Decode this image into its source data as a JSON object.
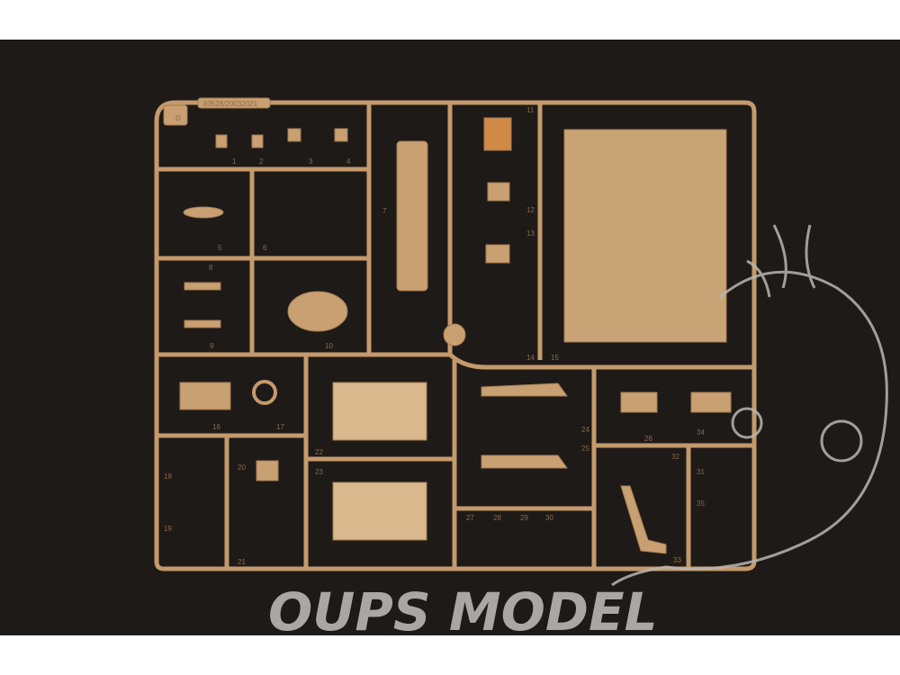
{
  "sprue": {
    "letter": "D",
    "code": "83528/20032021",
    "part_numbers": [
      "1",
      "2",
      "3",
      "4",
      "5",
      "6",
      "7",
      "8",
      "9",
      "10",
      "11",
      "12",
      "13",
      "14",
      "15",
      "16",
      "17",
      "18",
      "19",
      "20",
      "21",
      "22",
      "23",
      "24",
      "25",
      "26",
      "27",
      "28",
      "29",
      "30",
      "31",
      "32",
      "33",
      "34",
      "35"
    ]
  },
  "watermark": {
    "text": "OUPS MODEL"
  },
  "colors": {
    "plastic": "#c49a6c",
    "background": "#1e1a18",
    "watermark": "#a9a7a4"
  }
}
